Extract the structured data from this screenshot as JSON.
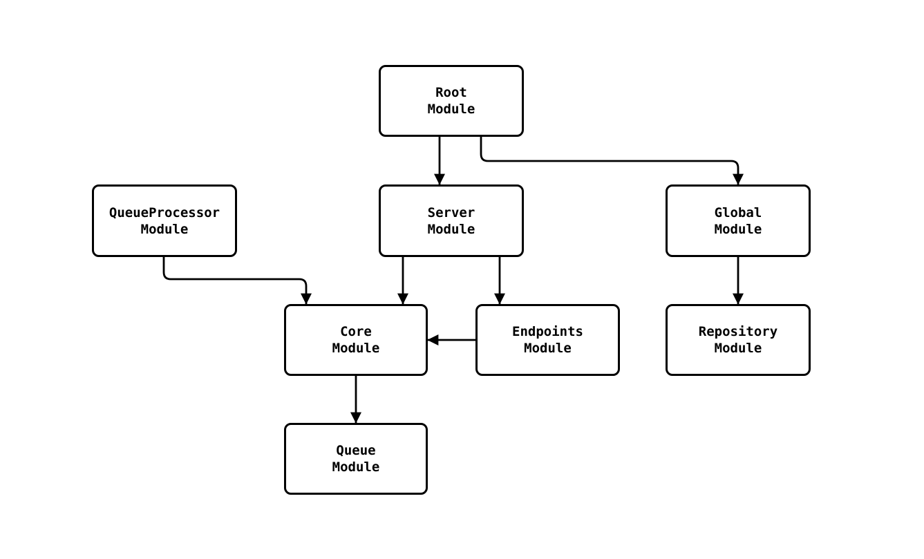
{
  "diagram": {
    "type": "flowchart",
    "background_color": "#ffffff",
    "node_fill_color": "#ffffff",
    "node_border_color": "#000000",
    "edge_color": "#000000",
    "text_color": "#000000",
    "nodes": {
      "root": {
        "line1": "Root",
        "line2": "Module"
      },
      "server": {
        "line1": "Server",
        "line2": "Module"
      },
      "global": {
        "line1": "Global",
        "line2": "Module"
      },
      "queueprocessor": {
        "line1": "QueueProcessor",
        "line2": "Module"
      },
      "core": {
        "line1": "Core",
        "line2": "Module"
      },
      "endpoints": {
        "line1": "Endpoints",
        "line2": "Module"
      },
      "repository": {
        "line1": "Repository",
        "line2": "Module"
      },
      "queue": {
        "line1": "Queue",
        "line2": "Module"
      }
    },
    "edges": [
      {
        "from": "Root Module",
        "to": "Server Module"
      },
      {
        "from": "Root Module",
        "to": "Global Module"
      },
      {
        "from": "Server Module",
        "to": "Core Module"
      },
      {
        "from": "Server Module",
        "to": "Endpoints Module"
      },
      {
        "from": "QueueProcessor Module",
        "to": "Core Module"
      },
      {
        "from": "Endpoints Module",
        "to": "Core Module"
      },
      {
        "from": "Global Module",
        "to": "Repository Module"
      },
      {
        "from": "Core Module",
        "to": "Queue Module"
      }
    ]
  }
}
